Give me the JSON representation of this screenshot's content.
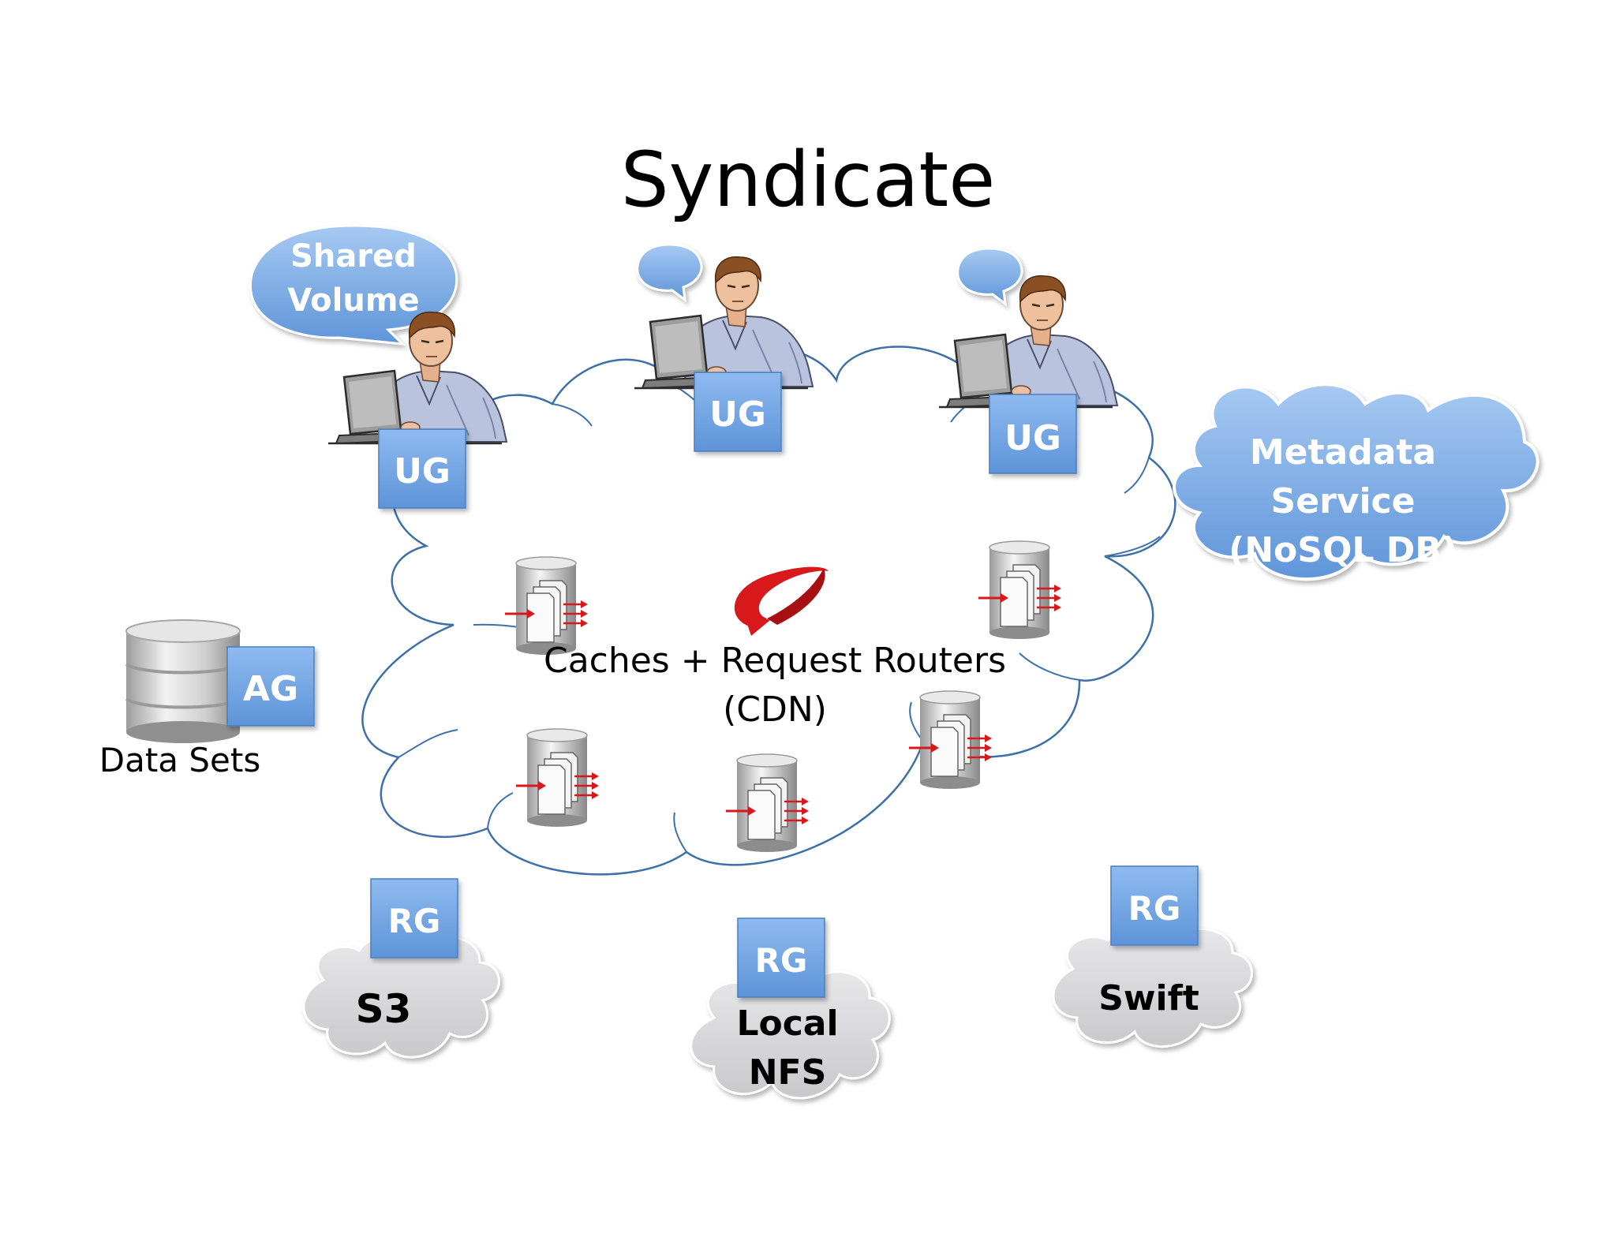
{
  "title": "Syndicate",
  "speech_bubble": {
    "line1": "Shared",
    "line2": "Volume"
  },
  "user_gateway_label": "UG",
  "acquisition_gateway_label": "AG",
  "replica_gateway_label": "RG",
  "data_sets_label": "Data Sets",
  "cdn": {
    "line1": "Caches + Request Routers",
    "line2": "(CDN)"
  },
  "metadata": {
    "line1": "Metadata",
    "line2": "Service",
    "line3": "(NoSQL DB)"
  },
  "stores": {
    "s3": "S3",
    "local_line1": "Local",
    "local_line2": "NFS",
    "swift": "Swift"
  },
  "colors": {
    "gateway_box": "#6fa3e0",
    "metadata_cloud": "#7eaee6",
    "cdn_outline": "#3d6fa8",
    "storage_cloud": "#d9d9dc",
    "arrow_red": "#d7191c"
  }
}
